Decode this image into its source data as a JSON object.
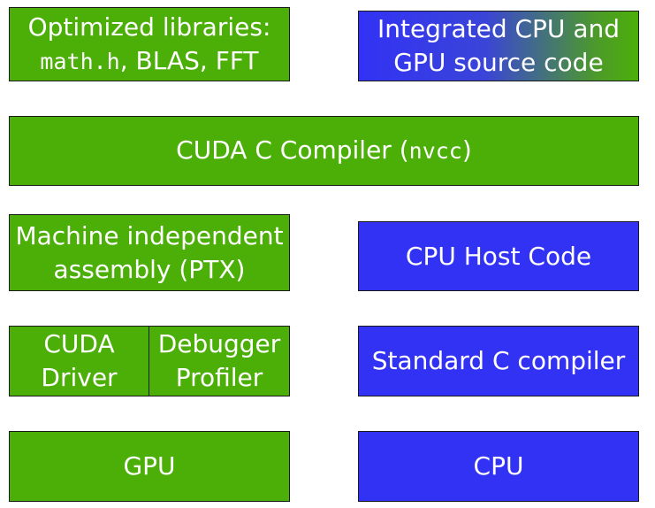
{
  "colors": {
    "green": "#4caf08",
    "blue": "#3232f5",
    "border": "#1a1a1a",
    "text": "#ffffff"
  },
  "libraries": {
    "line1": "Optimized libraries:",
    "code": "math.h",
    "line2_rest": ", BLAS, FFT"
  },
  "source_code": {
    "line1": "Integrated CPU and",
    "line2": "GPU source code"
  },
  "compiler": {
    "prefix": "CUDA C Compiler (",
    "code": "nvcc",
    "suffix": ")"
  },
  "ptx": {
    "line1": "Machine independent",
    "line2": "assembly (PTX)"
  },
  "host_code": {
    "label": "CPU Host Code"
  },
  "driver": {
    "line1": "CUDA",
    "line2": "Driver"
  },
  "debugger": {
    "line1": "Debugger",
    "line2": "Profiler"
  },
  "c_compiler": {
    "label": "Standard C compiler"
  },
  "gpu": {
    "label": "GPU"
  },
  "cpu": {
    "label": "CPU"
  }
}
